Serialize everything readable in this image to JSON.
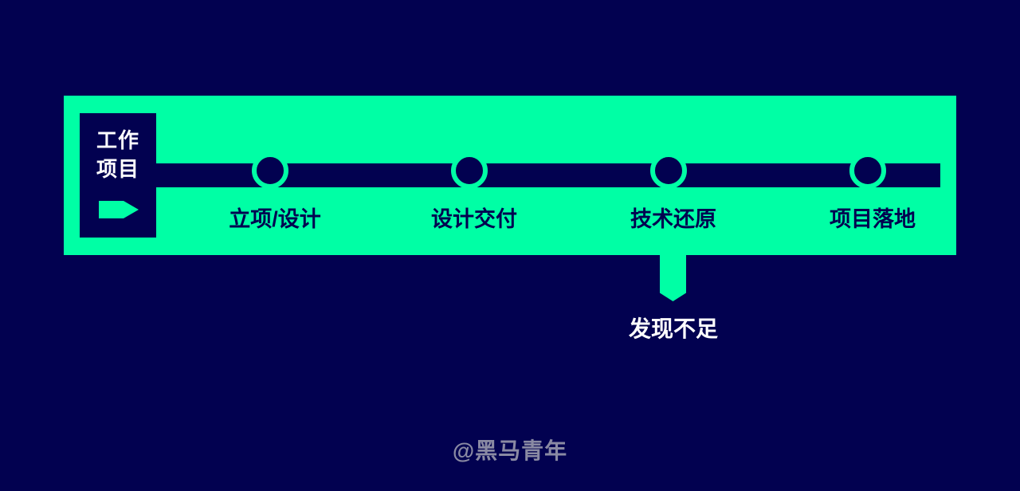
{
  "colors": {
    "bg": "#020150",
    "green": "#00FFA5",
    "navy": "#020150",
    "white": "#FFFFFF",
    "wm": "#8A8AA3"
  },
  "legend_box": {
    "title_line1": "工作",
    "title_line2": "项目"
  },
  "timeline": {
    "stages": [
      {
        "label": "立项/设计"
      },
      {
        "label": "设计交付"
      },
      {
        "label": "技术还原"
      },
      {
        "label": "项目落地"
      }
    ]
  },
  "callout": {
    "label": "发现不足"
  },
  "watermark": {
    "text": "@黑马青年"
  }
}
